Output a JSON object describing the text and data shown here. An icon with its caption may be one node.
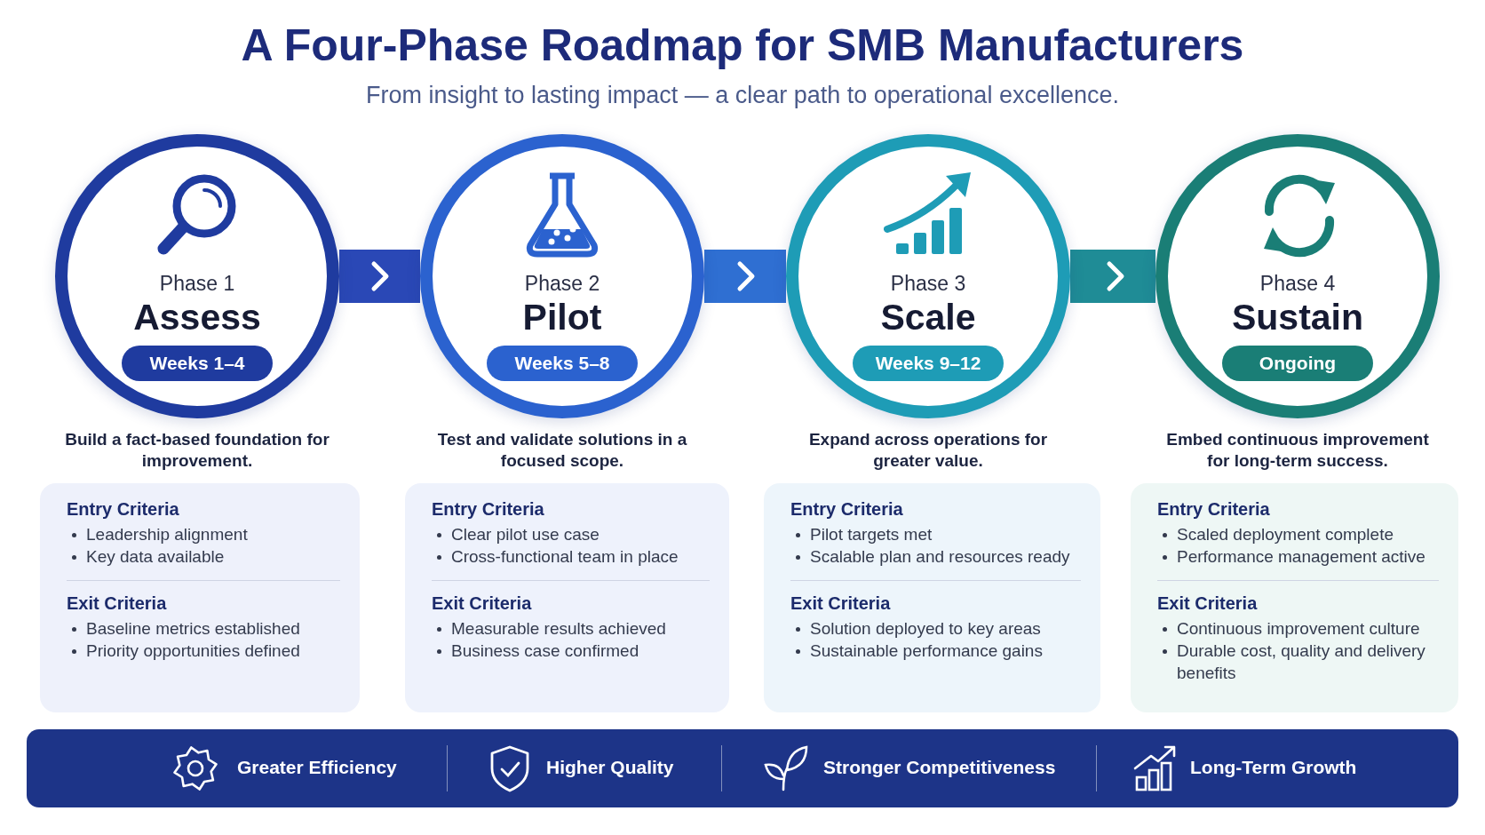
{
  "diagram": {
    "title": "A Four-Phase Roadmap for SMB Manufacturers",
    "caption": "From insight to lasting impact — a clear path to operational excellence.",
    "nodes": [
      {
        "text": [
          "Phase 1",
          "Assess",
          "Weeks 1–4"
        ],
        "beside": [
          "Build a fact-based foundation for improvement."
        ]
      },
      {
        "text": [
          "Phase 2",
          "Pilot",
          "Weeks 5–8"
        ],
        "beside": [
          "Test and validate solutions in a focused scope."
        ]
      },
      {
        "text": [
          "Phase 3",
          "Scale",
          "Weeks 9–12"
        ],
        "beside": [
          "Expand across operations for greater value."
        ]
      },
      {
        "text": [
          "Phase 4",
          "Sustain",
          "Ongoing"
        ],
        "beside": [
          "Embed continuous improvement for long-term success."
        ]
      },
      {
        "text": [
          "Entry Criteria",
          "Leadership alignment",
          "Key data available",
          "Exit Criteria",
          "Baseline metrics established",
          "Priority opportunities defined"
        ]
      },
      {
        "text": [
          "Entry Criteria",
          "Clear pilot use case",
          "Cross-functional team in place",
          "Exit Criteria",
          "Measurable results achieved",
          "Business case confirmed"
        ]
      },
      {
        "text": [
          "Entry Criteria",
          "Pilot targets met",
          "Scalable plan and resources ready",
          "Exit Criteria",
          "Solution deployed to key areas",
          "Sustainable performance gains"
        ]
      },
      {
        "text": [
          "Entry Criteria",
          "Scaled deployment complete",
          "Performance management active",
          "Exit Criteria",
          "Continuous improvement culture",
          "Durable cost, quality and delivery benefits"
        ]
      },
      {
        "text": [
          "Greater Efficiency",
          "Higher Quality",
          "Stronger Competitiveness",
          "Long-Term Growth"
        ]
      }
    ],
    "edges": [
      {
        "from": 0,
        "to": 1,
        "arrow": "to",
        "color": "#2a48b6"
      },
      {
        "from": 1,
        "to": 2,
        "arrow": "to",
        "color": "#2f6fd2"
      },
      {
        "from": 2,
        "to": 3,
        "arrow": "to",
        "color": "#1f8c96"
      }
    ]
  }
}
